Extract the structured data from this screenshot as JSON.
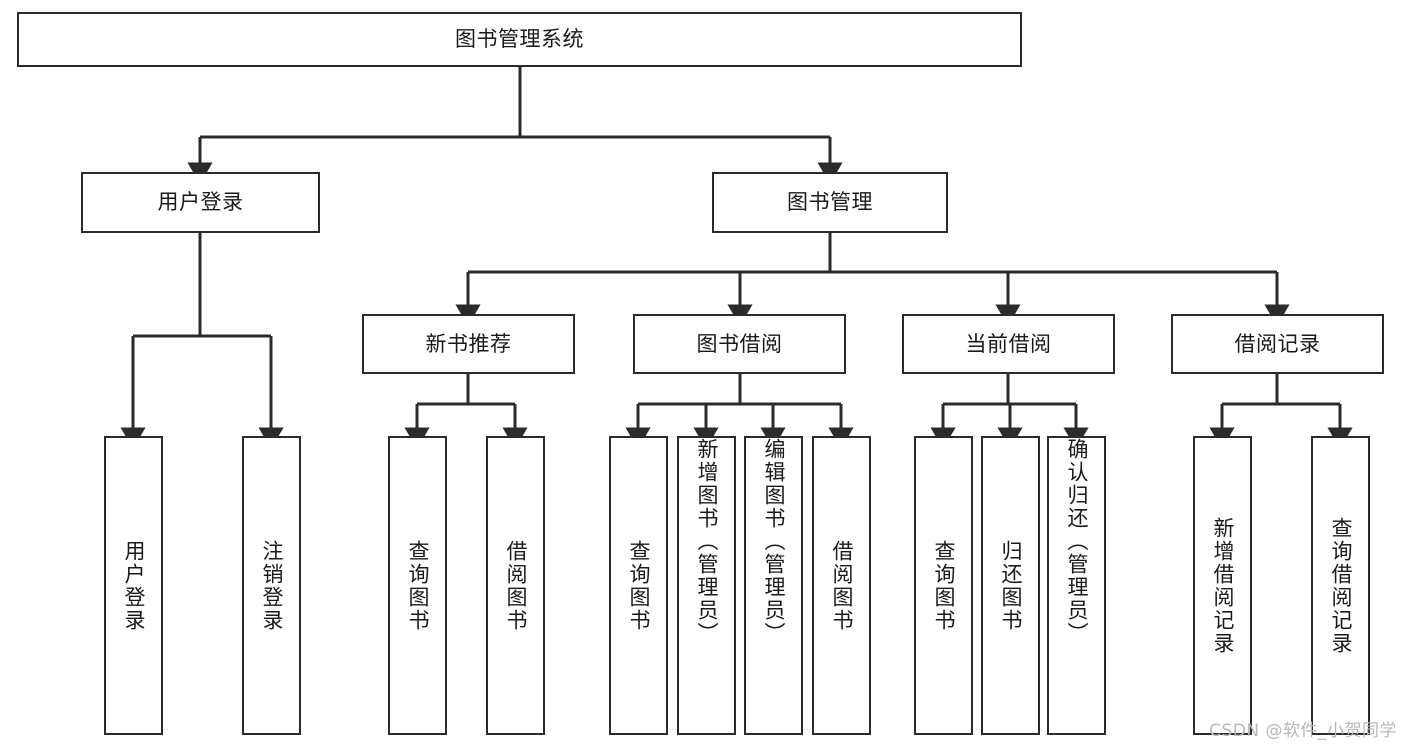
{
  "diagram": {
    "type": "tree-hierarchy-chart",
    "title": "图书管理系统",
    "line_color": "#2b2b2b",
    "box_fill": "#ffffff",
    "text_color": "#1a1a1a",
    "root": {
      "id": "root",
      "label": "图书管理系统"
    },
    "level1": [
      {
        "id": "user-login",
        "label": "用户登录"
      },
      {
        "id": "book-management",
        "label": "图书管理"
      }
    ],
    "level2": [
      {
        "id": "new-book-recommend",
        "label": "新书推荐",
        "parent": "book-management"
      },
      {
        "id": "book-borrow",
        "label": "图书借阅",
        "parent": "book-management"
      },
      {
        "id": "current-borrow",
        "label": "当前借阅",
        "parent": "book-management"
      },
      {
        "id": "borrow-record",
        "label": "借阅记录",
        "parent": "book-management"
      }
    ],
    "leaves": [
      {
        "id": "leaf-user-login",
        "label": "用户登录",
        "parent": "user-login",
        "align": "center"
      },
      {
        "id": "leaf-logout-login",
        "label": "注销登录",
        "parent": "user-login",
        "align": "center"
      },
      {
        "id": "leaf-query-book-1",
        "label": "查询图书",
        "parent": "new-book-recommend",
        "align": "center"
      },
      {
        "id": "leaf-borrow-book-1",
        "label": "借阅图书",
        "parent": "new-book-recommend",
        "align": "center"
      },
      {
        "id": "leaf-query-book-2",
        "label": "查询图书",
        "parent": "book-borrow",
        "align": "center"
      },
      {
        "id": "leaf-add-book",
        "label": "新增图书（管理员）",
        "parent": "book-borrow",
        "align": "top"
      },
      {
        "id": "leaf-edit-book",
        "label": "编辑图书（管理员）",
        "parent": "book-borrow",
        "align": "top"
      },
      {
        "id": "leaf-borrow-book-2",
        "label": "借阅图书",
        "parent": "book-borrow",
        "align": "center"
      },
      {
        "id": "leaf-query-book-3",
        "label": "查询图书",
        "parent": "current-borrow",
        "align": "center"
      },
      {
        "id": "leaf-return-book",
        "label": "归还图书",
        "parent": "current-borrow",
        "align": "center"
      },
      {
        "id": "leaf-confirm-return",
        "label": "确认归还（管理员）",
        "parent": "current-borrow",
        "align": "top"
      },
      {
        "id": "leaf-add-record",
        "label": "新增借阅记录",
        "parent": "borrow-record",
        "align": "center"
      },
      {
        "id": "leaf-query-record",
        "label": "查询借阅记录",
        "parent": "borrow-record",
        "align": "center"
      }
    ]
  },
  "watermark": {
    "text": "CSDN @软件_小贺同学"
  }
}
